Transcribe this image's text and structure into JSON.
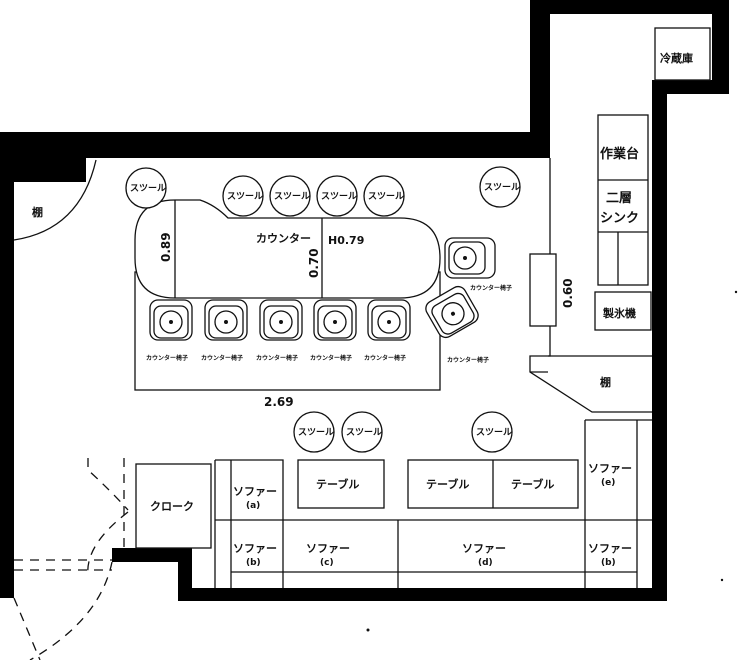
{
  "rooms": {
    "fridge": "冷蔵庫",
    "worktable": "作業台",
    "sink_line1": "二層",
    "sink_line2": "シンク",
    "ice_machine": "製氷機",
    "shelf_left": "棚",
    "shelf_right": "棚",
    "cloak": "クローク"
  },
  "counter": {
    "label": "カウンター",
    "height_note": "H0.79",
    "dim_left": "0.89",
    "dim_mid": "0.70",
    "dim_width": "2.69",
    "dim_kitchen_gap": "0.60"
  },
  "stools": {
    "label": "スツール"
  },
  "counter_chairs": {
    "label": "カウンター椅子"
  },
  "tables": {
    "label": "テーブル"
  },
  "sofas": {
    "a_label": "ソファー",
    "a_tag": "(a)",
    "b_label": "ソファー",
    "b_tag": "(b)",
    "c_label": "ソファー",
    "c_tag": "(c)",
    "d_label": "ソファー",
    "d_tag": "(d)",
    "e_label": "ソファー",
    "e_tag": "(e)",
    "b2_label": "ソファー",
    "b2_tag": "(b)"
  }
}
